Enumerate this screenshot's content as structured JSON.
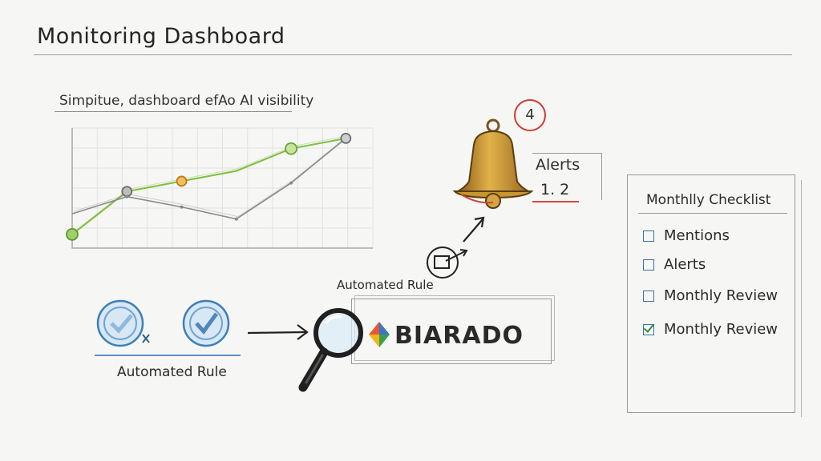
{
  "header": {
    "title": "Monitoring Dashboard"
  },
  "chart": {
    "title": "Simpitue, dashboard efAo AI visibility"
  },
  "chart_data": {
    "type": "line",
    "title": "Simpitue, dashboard efAo AI visibility",
    "xlabel": "",
    "ylabel": "",
    "grid": true,
    "series": [
      {
        "color": "#7fbf3f",
        "values": [
          {
            "x": 1,
            "y": 0.8
          },
          {
            "x": 2,
            "y": 3.3
          },
          {
            "x": 3,
            "y": 3.9
          },
          {
            "x": 4,
            "y": 4.5
          },
          {
            "x": 5,
            "y": 5.8
          },
          {
            "x": 6,
            "y": 6.4
          }
        ]
      },
      {
        "color": "#8a8a8a",
        "values": [
          {
            "x": 1,
            "y": 2.0
          },
          {
            "x": 2,
            "y": 3.0
          },
          {
            "x": 3,
            "y": 2.4
          },
          {
            "x": 4,
            "y": 1.7
          },
          {
            "x": 5,
            "y": 3.8
          },
          {
            "x": 6,
            "y": 6.4
          }
        ]
      }
    ]
  },
  "alerts": {
    "badge": "4",
    "label": "Alerts",
    "value": "1. 2"
  },
  "checklist": {
    "title": "Monthlly Checklist",
    "items": [
      {
        "label": "Mentions",
        "checked": false
      },
      {
        "label": "Alerts",
        "checked": false
      },
      {
        "label": "Monthly Review",
        "checked": false
      },
      {
        "label": "Monthly Review",
        "checked": true
      }
    ]
  },
  "rules": {
    "label": "Automated Rule",
    "top_label": "Automated Rule"
  },
  "brand": {
    "name": "BIARADO"
  },
  "colors": {
    "accent_green": "#7fbf3f",
    "accent_orange": "#e09a2a",
    "badge_red": "#d23a2e",
    "checkbox_blue": "#3b6fa6",
    "bell_gold": "#c8962e"
  },
  "icons": {
    "bell": "bell-icon",
    "magnifier": "magnifier-icon",
    "check_circle": "check-circle-icon",
    "cursor": "cursor-icon"
  }
}
